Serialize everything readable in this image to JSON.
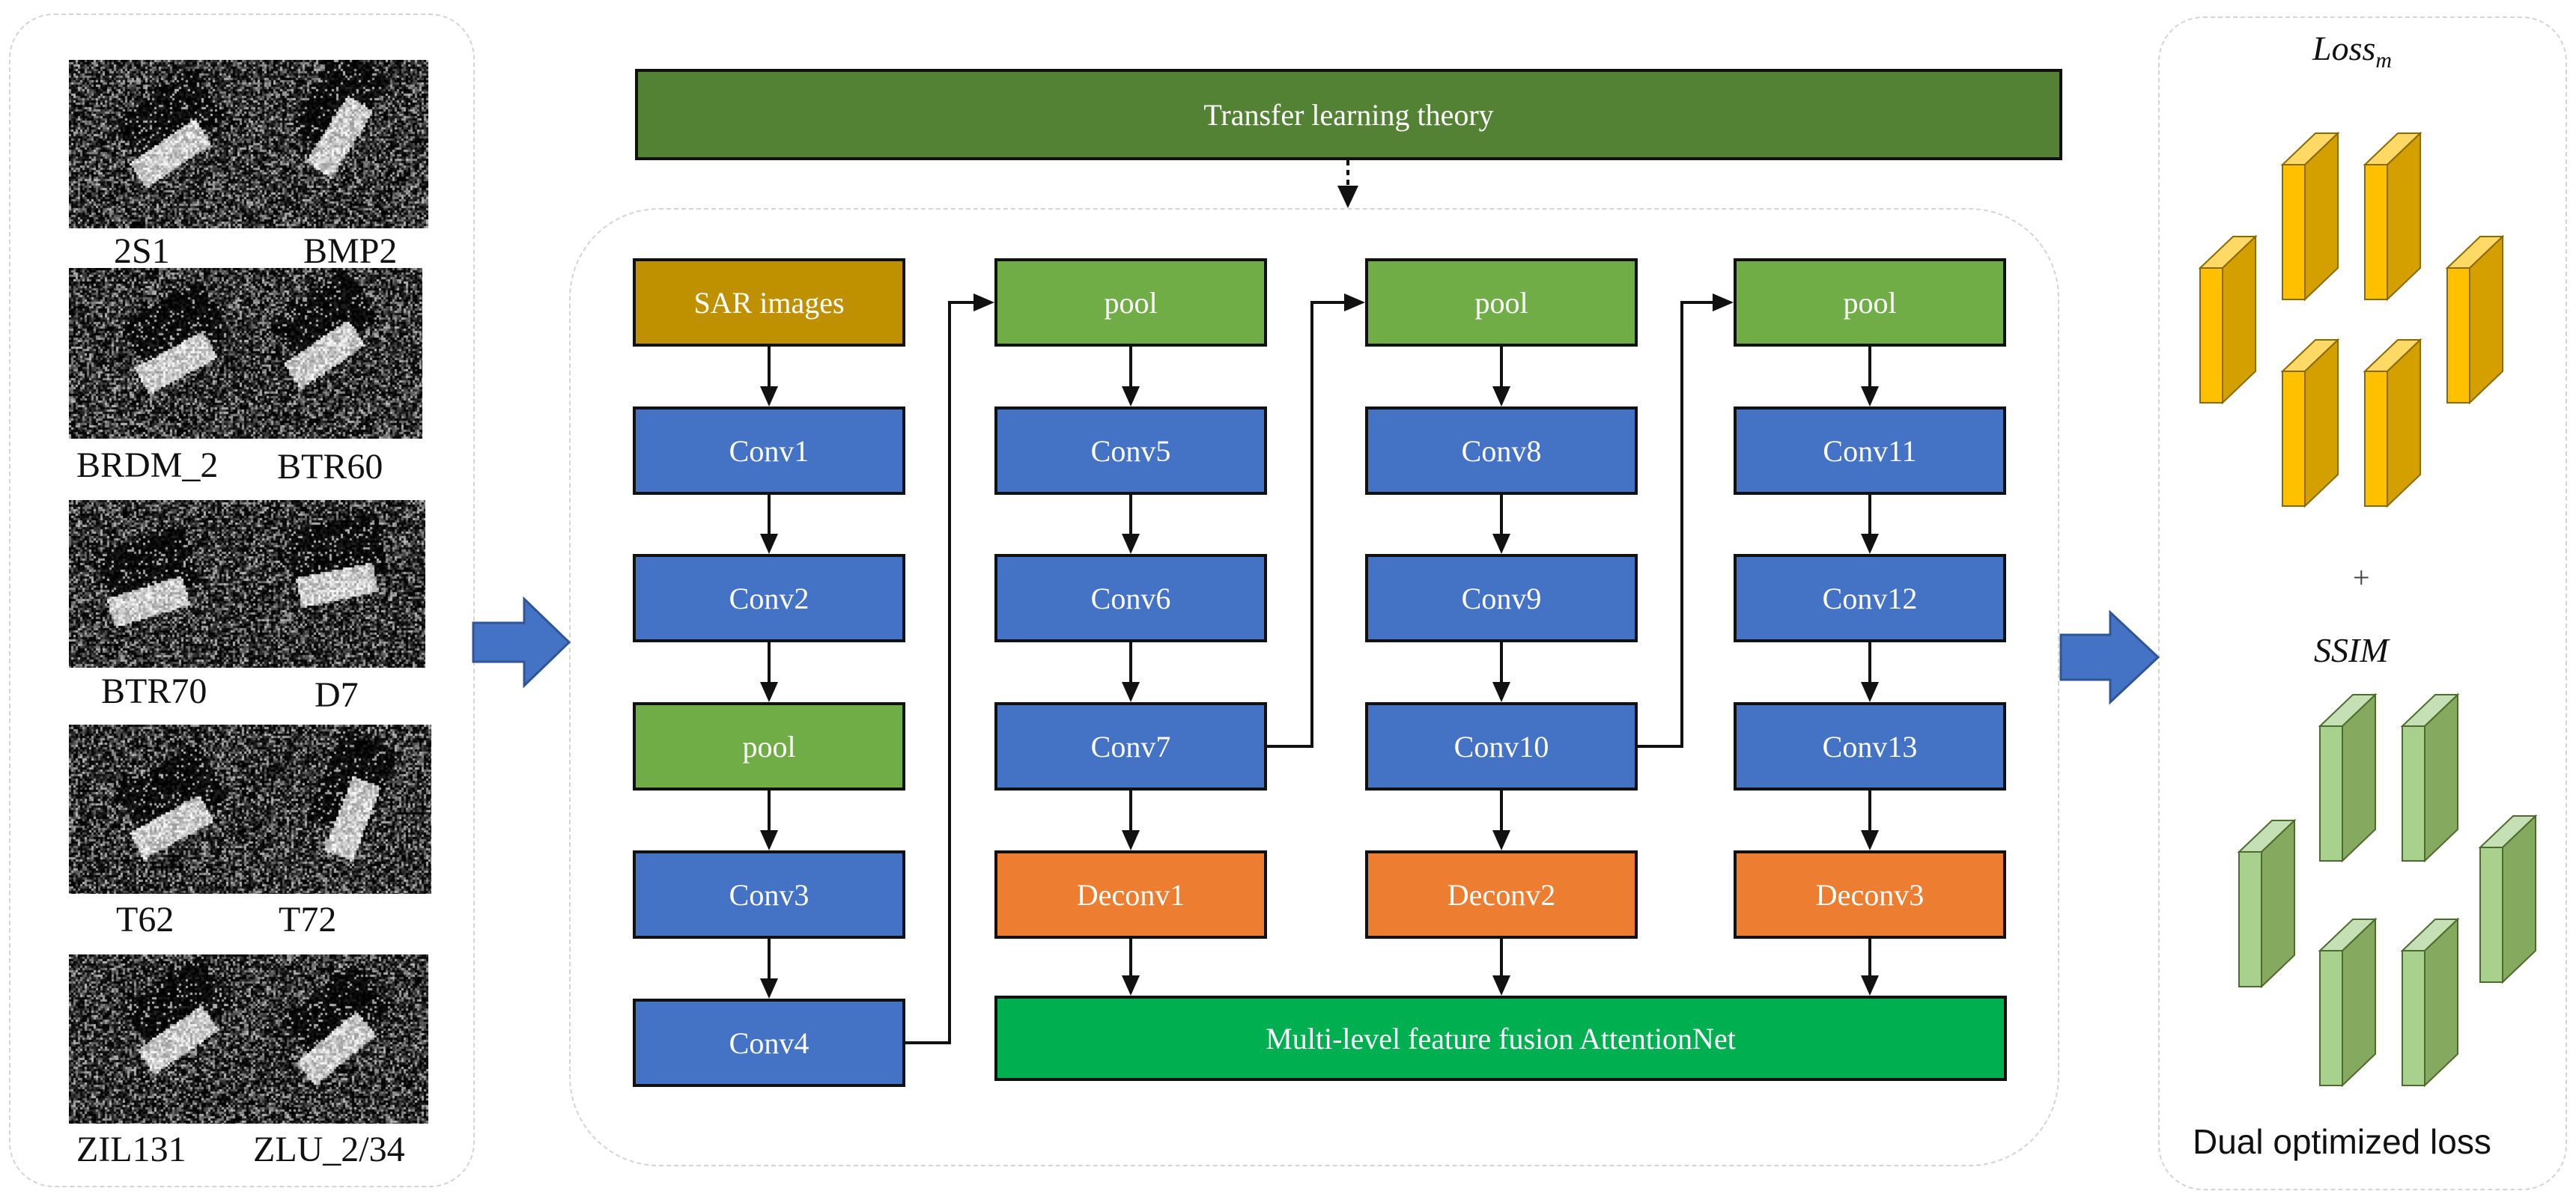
{
  "left_panel": {
    "labels": [
      "2S1",
      "BMP2",
      "BRDM_2",
      "BTR60",
      "BTR70",
      "D7",
      "T62",
      "T72",
      "ZIL131",
      "ZLU_2/34"
    ]
  },
  "top": {
    "transfer": "Transfer learning theory"
  },
  "network": {
    "sar": "SAR images",
    "col1": [
      "Conv1",
      "Conv2",
      "pool",
      "Conv3",
      "Conv4"
    ],
    "col2": [
      "pool",
      "Conv5",
      "Conv6",
      "Conv7",
      "Deconv1"
    ],
    "col3": [
      "pool",
      "Conv8",
      "Conv9",
      "Conv10",
      "Deconv2"
    ],
    "col4": [
      "pool",
      "Conv11",
      "Conv12",
      "Conv13",
      "Deconv3"
    ],
    "fusion": "Multi-level feature fusion AttentionNet"
  },
  "right_panel": {
    "loss_main": "Loss",
    "loss_sub": "m",
    "plus": "+",
    "ssim": "SSIM",
    "dual": "Dual optimized loss"
  },
  "colors": {
    "conv": "#4472c4",
    "pool": "#70ad47",
    "deconv": "#ed7d31",
    "sar": "#bf9000",
    "fusion": "#00b050",
    "transfer": "#548235",
    "arrow": "#4472c4",
    "cube_yellow": "#ffc000",
    "cube_green": "#a9d18e"
  }
}
